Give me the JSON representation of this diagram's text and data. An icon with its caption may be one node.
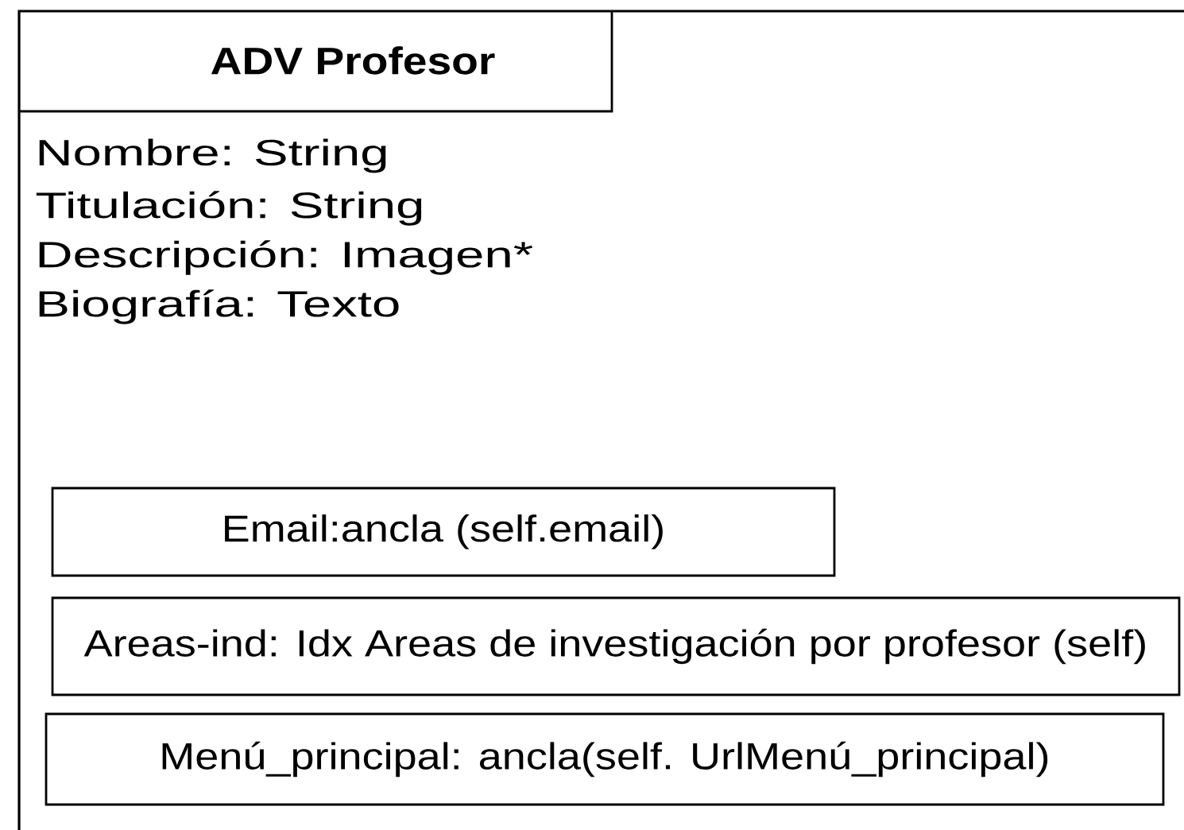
{
  "diagram": {
    "nodes": [
      {
        "text": [
          "ADV  Profesor",
          "Nombre: String",
          "Titulación: String",
          "Descripción: Imagen*",
          "Biografía: Texto"
        ]
      },
      {
        "text": [
          "Email:ancla (self.email)"
        ],
        "in": 0
      },
      {
        "text": [
          "Areas-ind: Idx Areas de investigación por profesor (self)"
        ],
        "in": 0
      },
      {
        "text": [
          "Menú_principal: ancla(self. UrlMenú_principal)"
        ],
        "in": 0
      }
    ]
  }
}
